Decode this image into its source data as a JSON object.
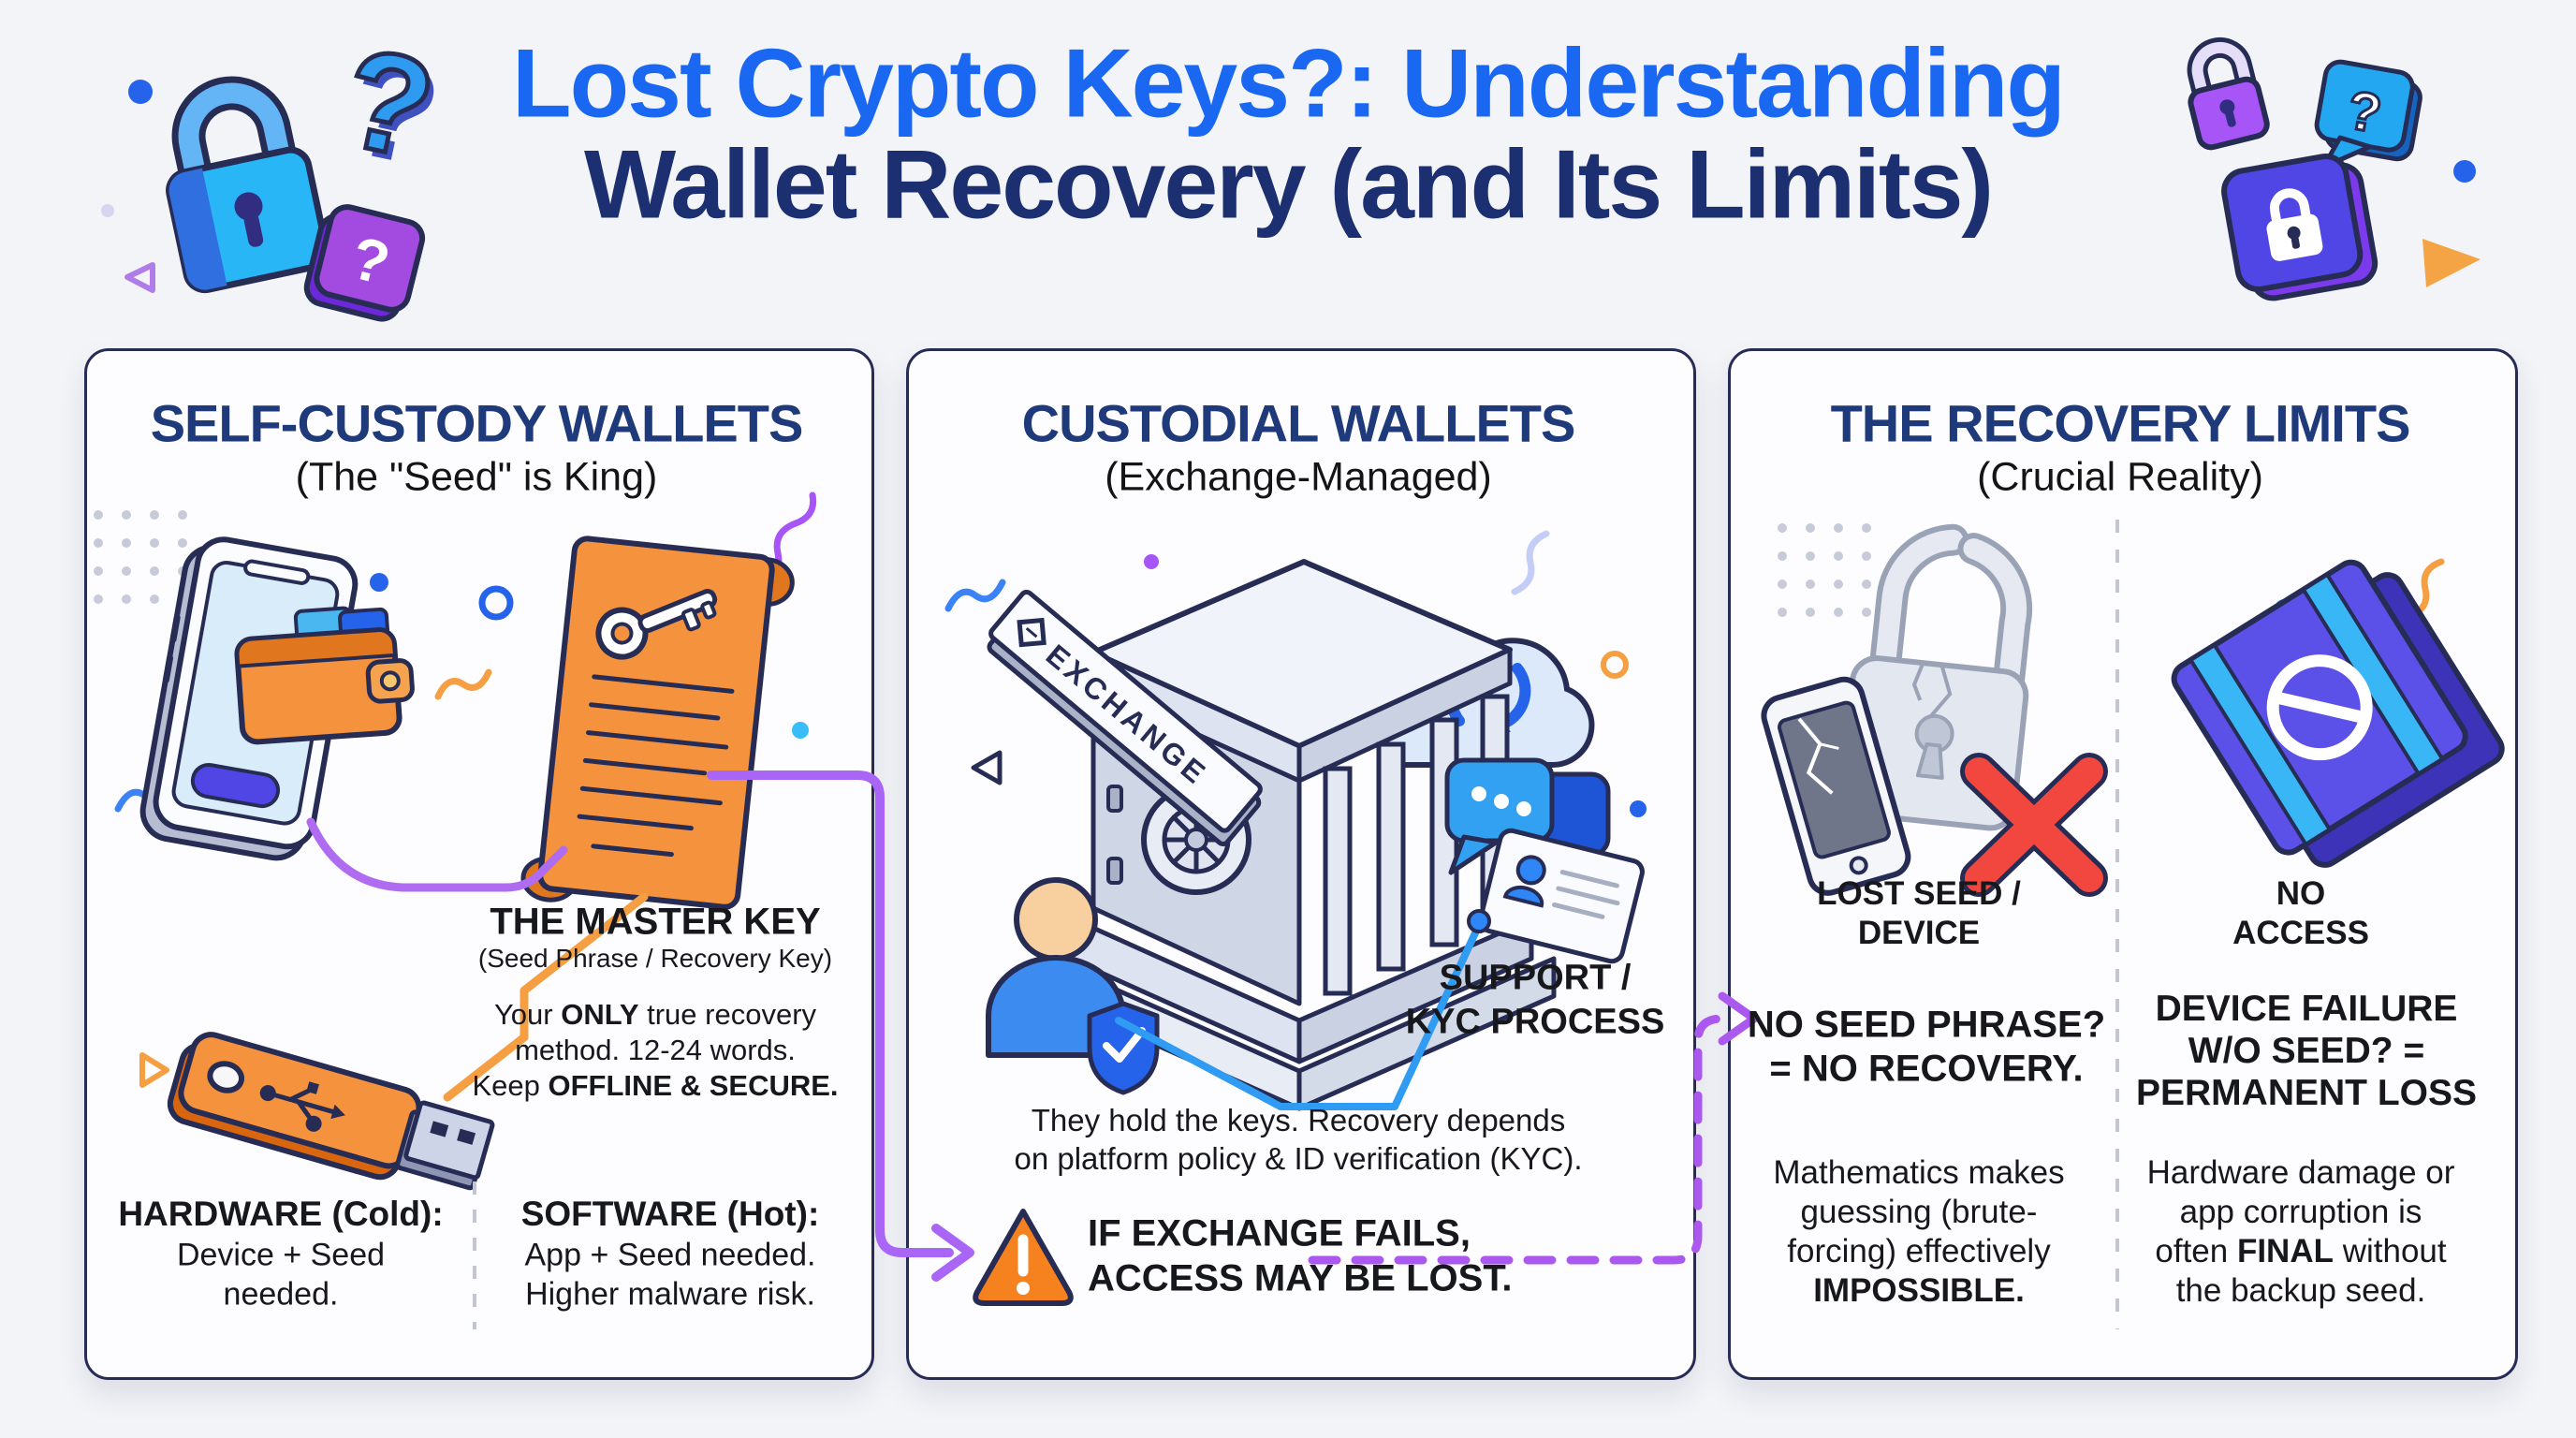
{
  "title": {
    "line1": "Lost Crypto Keys?: Understanding",
    "line2": "Wallet Recovery (and Its Limits)"
  },
  "colors": {
    "title_blue": "#1a68f2",
    "title_navy": "#1c2f70",
    "heading_navy": "#1e3a7a",
    "orange": "#f5923e",
    "purple": "#a855f7",
    "blue": "#2f86f6",
    "red": "#f2473f",
    "warning_orange": "#f5821f"
  },
  "icons": {
    "question_glyph": "?",
    "list": [
      "lock-icon",
      "question-mark-icon",
      "question-badge-icon",
      "lock-badge-icon",
      "speech-question-icon",
      "phone-wallet-icon",
      "seed-scroll-icon",
      "usb-drive-icon",
      "exchange-vault-icon",
      "cloud-sync-icon",
      "user-shield-icon",
      "chat-bubble-icon",
      "id-card-icon",
      "warning-triangle-icon",
      "broken-lock-icon",
      "cracked-phone-icon",
      "red-x-icon",
      "no-access-ledger-icon"
    ]
  },
  "panels": {
    "self_custody": {
      "title": "SELF-CUSTODY WALLETS",
      "subtitle": "(The \"Seed\" is King)",
      "master_key": {
        "heading": "THE MASTER KEY",
        "subheading": "(Seed Phrase / Recovery Key)",
        "line1_pre": "Your ",
        "line1_bold": "ONLY",
        "line1_post": " true recovery",
        "line2": "method. 12-24 words.",
        "line3_pre": "Keep ",
        "line3_bold": "OFFLINE & SECURE."
      },
      "hardware": {
        "heading": "HARDWARE (Cold):",
        "line1": "Device + Seed",
        "line2": "needed."
      },
      "software": {
        "heading": "SOFTWARE (Hot):",
        "line1": "App + Seed needed.",
        "line2": "Higher malware risk."
      }
    },
    "custodial": {
      "title": "CUSTODIAL WALLETS",
      "subtitle": "(Exchange-Managed)",
      "sign_label": "EXCHANGE",
      "support_label": {
        "line1": "SUPPORT /",
        "line2": "KYC PROCESS"
      },
      "body": {
        "line1": "They hold the keys. Recovery depends",
        "line2": "on platform policy & ID verification (KYC)."
      },
      "warning": {
        "line1": "IF EXCHANGE FAILS,",
        "line2": "ACCESS MAY BE LOST."
      }
    },
    "recovery_limits": {
      "title": "THE RECOVERY LIMITS",
      "subtitle": "(Crucial Reality)",
      "lost_seed": {
        "caption1": "LOST SEED /",
        "caption2": "DEVICE",
        "statement1": "NO SEED PHRASE?",
        "statement2": "= NO RECOVERY.",
        "para1": "Mathematics makes",
        "para2": "guessing (brute-",
        "para3": "forcing) effectively",
        "para4": "IMPOSSIBLE."
      },
      "no_access": {
        "caption1": "NO",
        "caption2": "ACCESS",
        "statement1": "DEVICE FAILURE",
        "statement2": "W/O SEED? =",
        "statement3": "PERMANENT LOSS",
        "para1": "Hardware damage or",
        "para2": "app corruption is",
        "para3_pre": "often ",
        "para3_bold": "FINAL",
        "para3_post": " without",
        "para4": "the backup seed."
      }
    }
  }
}
